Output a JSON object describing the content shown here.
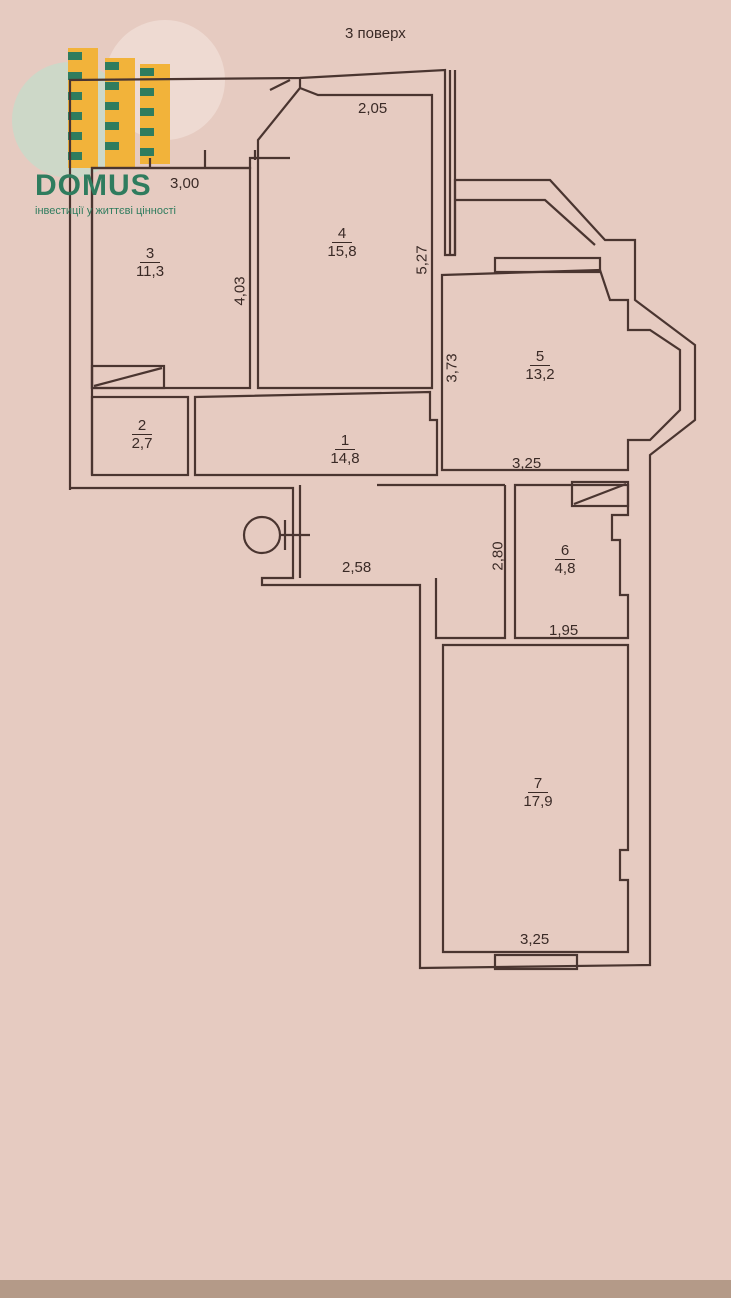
{
  "title": "3 поверх",
  "logo": {
    "word": "DOMUS",
    "tagline": "інвестиції у життєві цінності",
    "colors": {
      "green": "#2f7c5e",
      "yellow": "#f2b33a"
    }
  },
  "rooms": [
    {
      "number": "1",
      "area": "14,8"
    },
    {
      "number": "2",
      "area": "2,7"
    },
    {
      "number": "3",
      "area": "11,3"
    },
    {
      "number": "4",
      "area": "15,8"
    },
    {
      "number": "5",
      "area": "13,2"
    },
    {
      "number": "6",
      "area": "4,8"
    },
    {
      "number": "7",
      "area": "17,9"
    }
  ],
  "dimensions": {
    "room3_width": "3,00",
    "room3_height": "4,03",
    "room4_width": "2,05",
    "room4_height": "5,27",
    "room5_height": "3,73",
    "room5_width": "3,25",
    "hall_width": "2,58",
    "hall_height": "2,80",
    "room6_width": "1,95",
    "room7_width": "3,25"
  },
  "colors": {
    "paper": "#e6cbc1",
    "line": "#4a3530"
  }
}
